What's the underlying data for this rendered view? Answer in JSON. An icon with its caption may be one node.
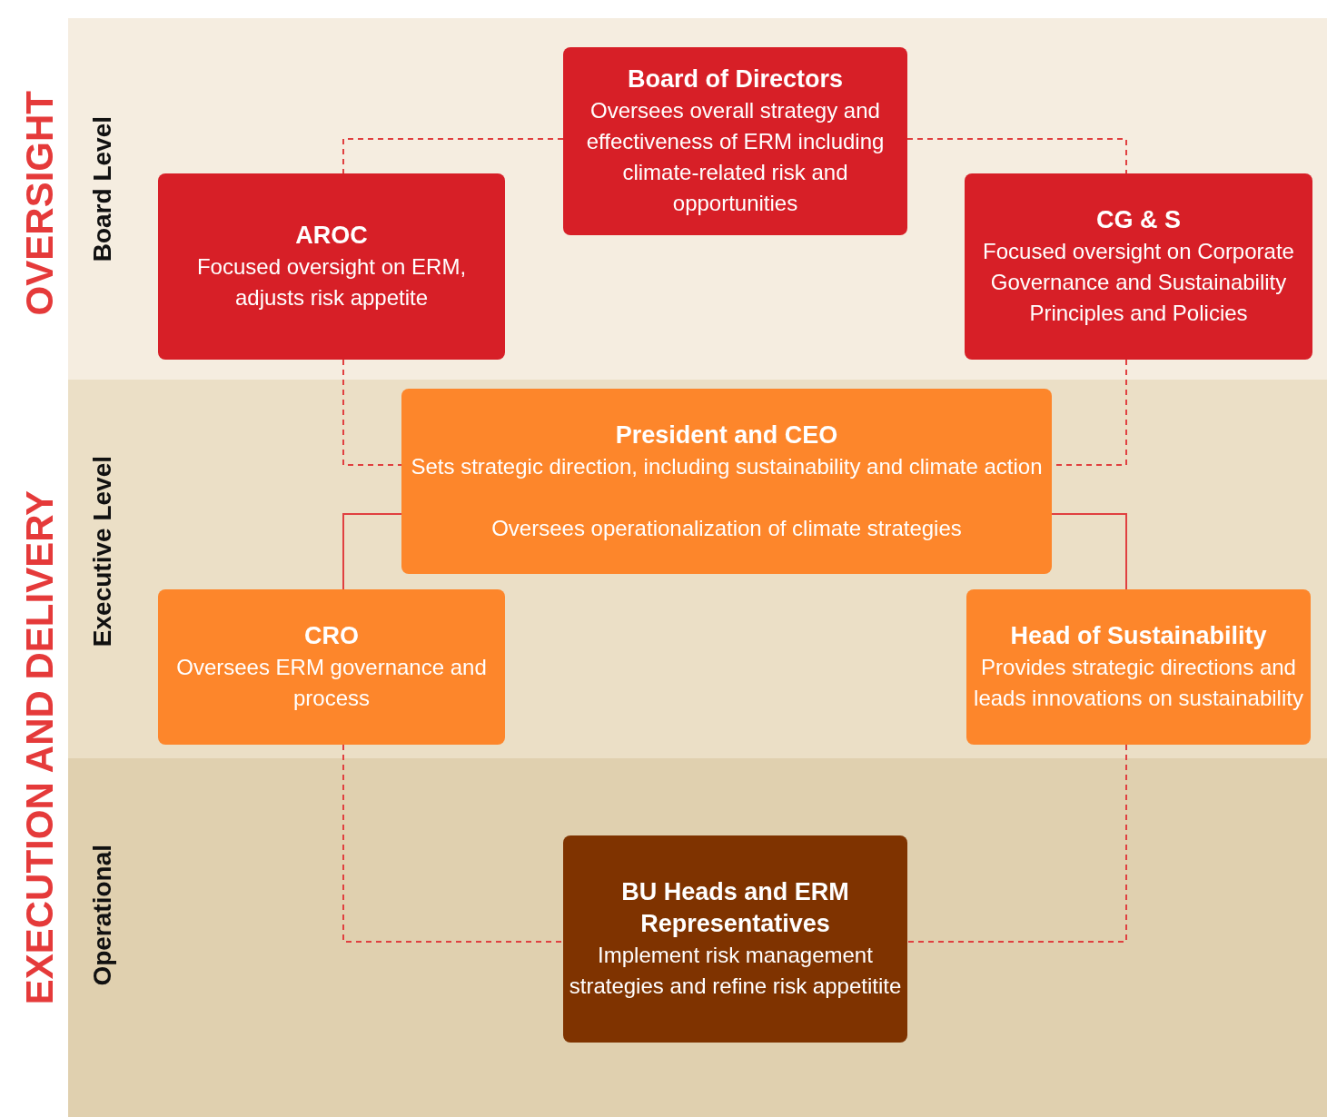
{
  "diagram": {
    "nodes": [
      {
        "text": [
          "Board Level"
        ]
      },
      {
        "text": [
          "Board of Directors",
          "Oversees overall strategy and effectiveness of ERM including climate-related risk and opportunities"
        ],
        "in": 0
      },
      {
        "text": [
          "AROC",
          "Focused oversight on ERM, adjusts risk appetite"
        ],
        "in": 0
      },
      {
        "text": [
          "CG & S",
          "Focused oversight on Corporate Governance and Sustainability Principles and Policies"
        ],
        "in": 0
      },
      {
        "text": [
          "Executive Level"
        ]
      },
      {
        "text": [
          "President and CEO",
          "Sets strategic direction, including sustainability and climate action",
          "Oversees operationalization of climate strategies"
        ],
        "in": 4
      },
      {
        "text": [
          "CRO",
          "Oversees ERM governance and process"
        ],
        "in": 4
      },
      {
        "text": [
          "Head of Sustainability",
          "Provides strategic directions and leads innovations on sustainability"
        ],
        "in": 4
      },
      {
        "text": [
          "Operational"
        ]
      },
      {
        "text": [
          "BU Heads and ERM Representatives",
          "Implement risk management strategies and refine risk appetitite"
        ],
        "in": 8
      }
    ],
    "edges": [
      {
        "from": 1,
        "to": 2,
        "arrow": "none",
        "style": "dashed"
      },
      {
        "from": 1,
        "to": 3,
        "arrow": "none",
        "style": "dashed"
      },
      {
        "from": 2,
        "to": 5,
        "arrow": "none",
        "style": "dashed"
      },
      {
        "from": 3,
        "to": 5,
        "arrow": "none",
        "style": "dashed"
      },
      {
        "from": 5,
        "to": 6,
        "arrow": "none"
      },
      {
        "from": 5,
        "to": 7,
        "arrow": "none"
      },
      {
        "from": 6,
        "to": 9,
        "arrow": "none",
        "style": "dashed"
      },
      {
        "from": 7,
        "to": 9,
        "arrow": "none",
        "style": "dashed"
      }
    ],
    "labels": [
      "OVERSIGHT",
      "EXECUTION AND DELIVERY"
    ]
  }
}
